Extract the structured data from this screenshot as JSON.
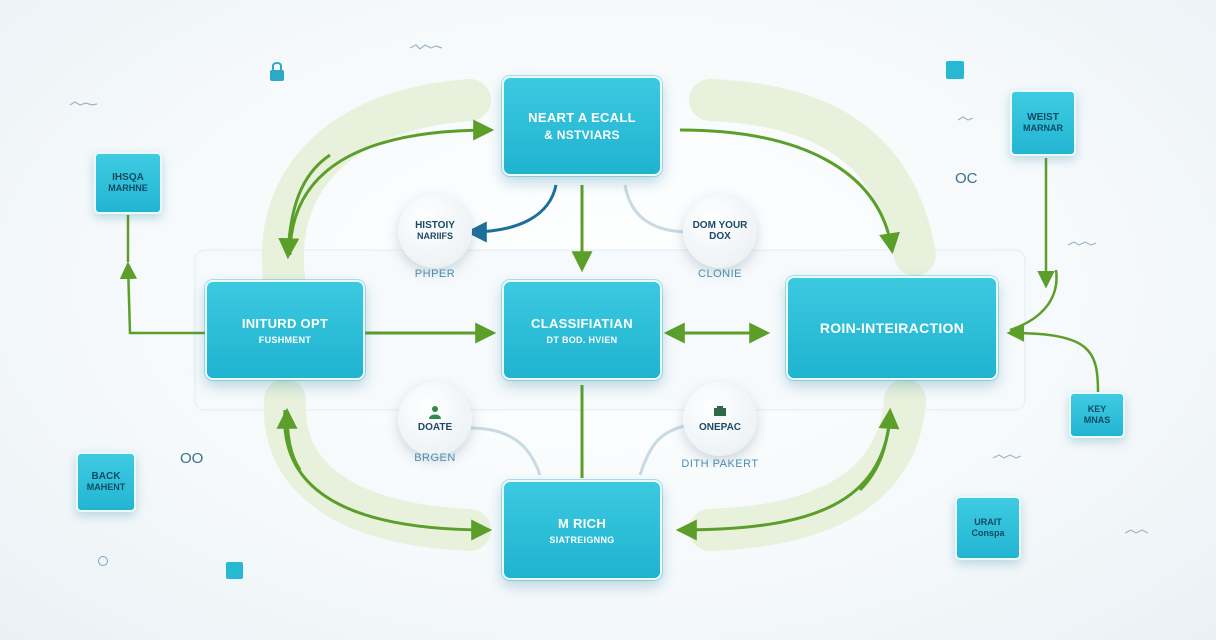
{
  "nodes": {
    "top": {
      "line1": "NEART A ECALL",
      "line2": "& NSTVIARS"
    },
    "left": {
      "line1": "INITURD OPT",
      "line2": "FUSHMENT"
    },
    "center": {
      "line1": "CLASSIFIATIAN",
      "line2": "DT BOD. HVIEN"
    },
    "right": {
      "line1": "ROIN-INTEIRACTION"
    },
    "bottom": {
      "line1": "M RICH",
      "line2": "SIATREIGNNG"
    }
  },
  "bubbles": {
    "history": {
      "line1": "HISTOIY",
      "line2": "NARIIFS",
      "caption": "PHPER"
    },
    "dom": {
      "line1": "DOM YOUR",
      "line2": "DOX",
      "caption": "CLONIE"
    },
    "doate": {
      "line1": "DOATE",
      "caption": "BRGEN"
    },
    "onepac": {
      "line1": "ONEPAC",
      "caption": "DITH PAKERT"
    }
  },
  "side_boxes": {
    "top_left": {
      "line1": "IHSQA",
      "line2": "MARHNE"
    },
    "bottom_left": {
      "line1": "BACK",
      "line2": "MAHENT"
    },
    "top_right": {
      "line1": "WEIST",
      "line2": "MARNAR"
    },
    "mid_right": {
      "line1": "KEY",
      "line2": "MNAS"
    },
    "bottom_right": {
      "line1": "URAIT",
      "line2": "Conspa"
    }
  },
  "decor": {
    "glyph_top_right": "OC",
    "glyph_bottom_left": "OO"
  },
  "colors": {
    "node": "#1fb3d0",
    "arrow_green": "#5c9e2a",
    "arrow_blue": "#1e6e9a",
    "band": "#e8f1dc"
  }
}
